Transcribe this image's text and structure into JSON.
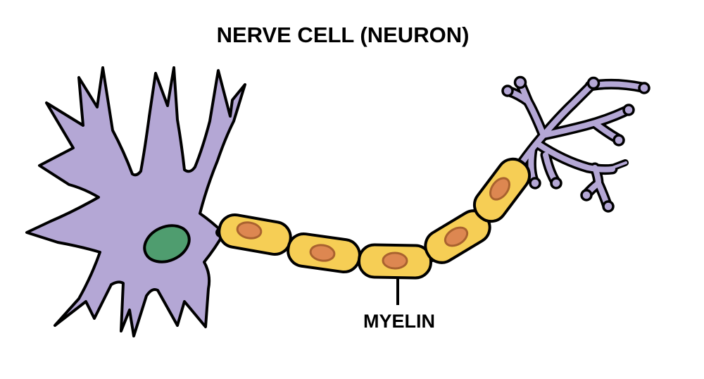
{
  "diagram": {
    "title": "NERVE CELL (NEURON)",
    "myelin_label": "MYELIN",
    "myelin_segment_count": "5",
    "colors": {
      "background": "#ffffff",
      "outline": "#000000",
      "cell_purple": "#b4a7d5",
      "myelin_yellow": "#f6ce55",
      "schwann_nucleus_orange": "#dd8751",
      "schwann_nucleus_outline": "#a9622f",
      "nucleus_green": "#4f9d6f",
      "text": "#000000"
    }
  }
}
